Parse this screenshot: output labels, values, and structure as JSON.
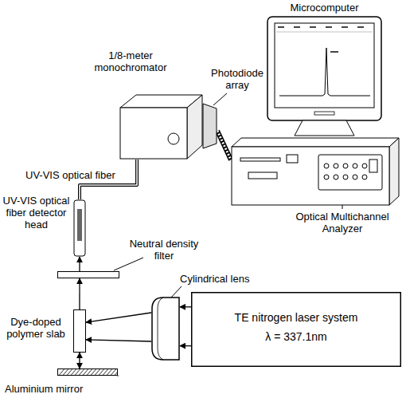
{
  "diagram": {
    "nodes": [
      {
        "text": [
          "Microcomputer"
        ]
      },
      {
        "text": [
          "Optical Multichannel Analyzer"
        ]
      },
      {
        "text": [
          "1/8-meter monochromator"
        ]
      },
      {
        "text": [
          "Photodiode array"
        ]
      },
      {
        "text": [
          "UV-VIS optical fiber detector head"
        ]
      },
      {
        "text": [
          "Neutral density filter"
        ]
      },
      {
        "text": [
          "Dye-doped polymer slab"
        ]
      },
      {
        "text": [
          "Aluminium mirror"
        ]
      },
      {
        "text": [
          "Cylindrical lens"
        ]
      },
      {
        "text": [
          "TE nitrogen laser system",
          "λ = 337.1nm"
        ]
      }
    ],
    "edges": [
      {
        "from": 4,
        "to": 2,
        "arrow": "none",
        "label": "UV-VIS optical fiber"
      },
      {
        "from": 3,
        "to": 1,
        "arrow": "none"
      },
      {
        "from": 9,
        "to": 8,
        "arrow": "to"
      },
      {
        "from": 8,
        "to": 6,
        "arrow": "to"
      },
      {
        "from": 6,
        "to": 5,
        "arrow": "to"
      },
      {
        "from": 5,
        "to": 4,
        "arrow": "to"
      },
      {
        "from": 6,
        "to": 7,
        "arrow": "both"
      }
    ]
  }
}
